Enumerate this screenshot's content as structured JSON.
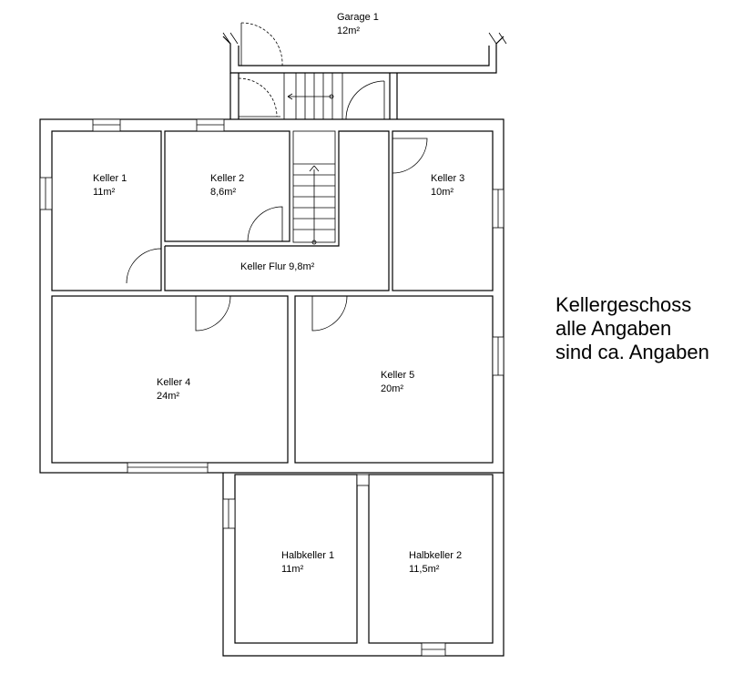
{
  "plan_title": "Kellergeschoss",
  "notes": [
    "alle Angaben",
    "sind ca. Angaben"
  ],
  "rooms": [
    {
      "name": "Garage 1",
      "area": "12m²"
    },
    {
      "name": "Keller 1",
      "area": "11m²"
    },
    {
      "name": "Keller 2",
      "area": "8,6m²"
    },
    {
      "name": "Keller 3",
      "area": "10m²"
    },
    {
      "name": "Keller Flur 9,8m²",
      "area": ""
    },
    {
      "name": "Keller 4",
      "area": "24m²"
    },
    {
      "name": "Keller 5",
      "area": "20m²"
    },
    {
      "name": "Halbkeller 1",
      "area": "11m²"
    },
    {
      "name": "Halbkeller 2",
      "area": "11,5m²"
    }
  ]
}
